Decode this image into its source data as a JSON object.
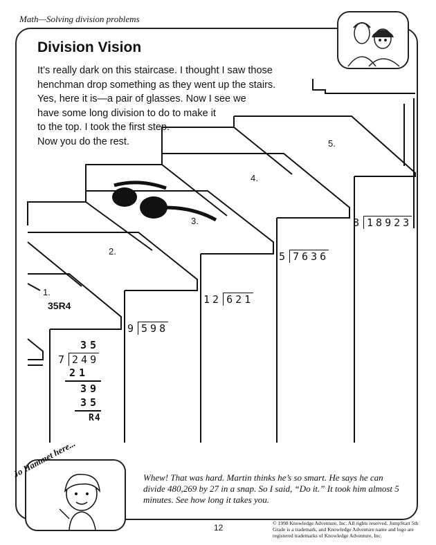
{
  "header": {
    "subject": "Math—Solving division problems"
  },
  "title": "Division Vision",
  "intro": [
    "It’s really dark on this staircase. I thought I saw those",
    "henchman drop something as they went up the stairs.",
    "Yes, here it is—a pair of glasses. Now I see we",
    "have some long division to do to make it",
    "to the top. I took the first step.",
    "Now you do the rest."
  ],
  "steps": [
    {
      "label": "1.",
      "divisor": "9",
      "dividend": "598"
    },
    {
      "label": "2.",
      "divisor": "12",
      "dividend": "621"
    },
    {
      "label": "3.",
      "divisor": "5",
      "dividend": "7636"
    },
    {
      "label": "4.",
      "divisor": "8",
      "dividend": "18923"
    },
    {
      "label": "5."
    }
  ],
  "example": {
    "answer_label": "35R4",
    "quotient": "35",
    "divisor": "7",
    "dividend": "249",
    "line1": "21",
    "line2": "39",
    "line3": "35",
    "remainder": "R4"
  },
  "character": {
    "sign": "Jo Hammet here..."
  },
  "bottom_text": "Whew! That was hard. Martin thinks he’s so smart. He says he can divide 480,269 by 27 in a snap. So I said, “Do it.” It took him almost 5 minutes. See how long it takes you.",
  "page_number": "12",
  "copyright": "© 1998 Knowledge Adventure, Inc. All rights reserved. JumpStart 5th Grade is a trademark, and Knowledge Adventure name and logo are registered trademarks of Knowledge Adventure, Inc."
}
